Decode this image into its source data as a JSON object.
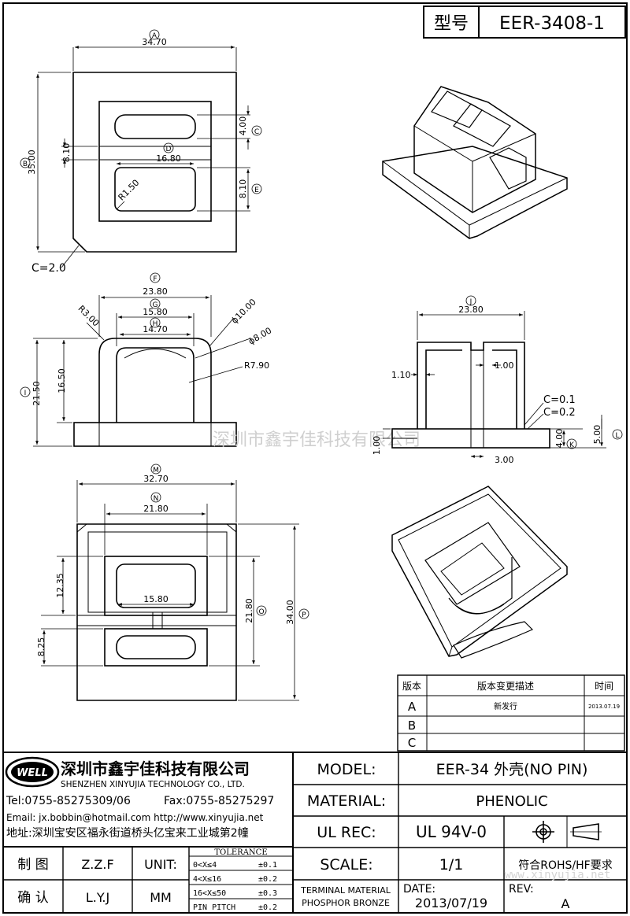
{
  "header": {
    "type_label": "型号",
    "model_no": "EER-3408-1"
  },
  "dimensions": {
    "top": {
      "A": "34.70",
      "B": "35.00",
      "C": "4.00",
      "D": "16.80",
      "E": "8.10",
      "side_slot": "8.10",
      "radius": "R1.50",
      "chamfer": "C=2.0"
    },
    "front": {
      "F": "23.80",
      "G": "15.80",
      "H": "14.70",
      "r3": "R3.00",
      "d10": "ϕ10.00",
      "d8": "ϕ8.00",
      "r79": "R7.90",
      "I": "21.50",
      "inner_h": "16.50"
    },
    "side": {
      "J": "23.80",
      "w110": "1.10",
      "w100": "1.00",
      "c01": "C=0.1",
      "c02": "C=0.2",
      "h100": "1.00",
      "K": "4.00",
      "L": "5.00",
      "w300": "3.00"
    },
    "bottom": {
      "M": "32.70",
      "N": "21.80",
      "w1580": "15.80",
      "h1235": "12.35",
      "h825": "8.25",
      "O": "21.80",
      "P": "34.00"
    },
    "circle_labels": {
      "A": "A",
      "B": "B",
      "C": "C",
      "D": "D",
      "E": "E",
      "F": "F",
      "G": "G",
      "H": "H",
      "I": "I",
      "J": "J",
      "K": "K",
      "L": "L",
      "M": "M",
      "N": "N",
      "O": "O",
      "P": "P"
    }
  },
  "watermark": "深圳市鑫宇佳科技有限公司",
  "watermark2": "www.xinyujia.net",
  "revision": {
    "headers": [
      "版本",
      "版本变更描述",
      "时间"
    ],
    "rows": [
      {
        "ver": "A",
        "desc": "新发行",
        "date": "2013.07.19"
      },
      {
        "ver": "B",
        "desc": "",
        "date": ""
      },
      {
        "ver": "C",
        "desc": "",
        "date": ""
      }
    ]
  },
  "company": {
    "logo_text": "WELL",
    "name_cn": "深圳市鑫宇佳科技有限公司",
    "name_en": "SHENZHEN XINYUJIA TECHNOLOGY CO., LTD.",
    "tel": "Tel:0755-85275309/06",
    "fax": "Fax:0755-85275297",
    "email": "Email: jx.bobbin@hotmail.com http://www.xinyujia.net",
    "address": "地址:深圳宝安区福永街道桥头亿宝来工业城第2幢"
  },
  "specs": {
    "model_label": "MODEL:",
    "model_value": "EER-34 外壳(NO PIN)",
    "material_label": "MATERIAL:",
    "material_value": "PHENOLIC",
    "ul_label": "UL REC:",
    "ul_value": "UL 94V-0",
    "scale_label": "SCALE:",
    "scale_value": "1/1",
    "rohs": "符合ROHS/HF要求",
    "terminal_line1": "TERMINAL MATERIAL",
    "terminal_line2": "PHOSPHOR BRONZE",
    "date_label": "DATE:",
    "date_value": "2013/07/19",
    "rev_label": "REV:",
    "rev_value": "A"
  },
  "signoff": {
    "draw_label": "制 图",
    "draw_by": "Z.Z.F",
    "check_label": "确 认",
    "check_by": "L.Y.J",
    "unit_label": "UNIT:",
    "unit_value": "MM",
    "tolerance_title": "TOLERANCE",
    "tolerances": [
      {
        "range": "0<X≤4",
        "tol": "±0.1"
      },
      {
        "range": "4<X≤16",
        "tol": "±0.2"
      },
      {
        "range": "16<X≤50",
        "tol": "±0.3"
      },
      {
        "range": "PIN PITCH",
        "tol": "±0.2"
      }
    ]
  }
}
